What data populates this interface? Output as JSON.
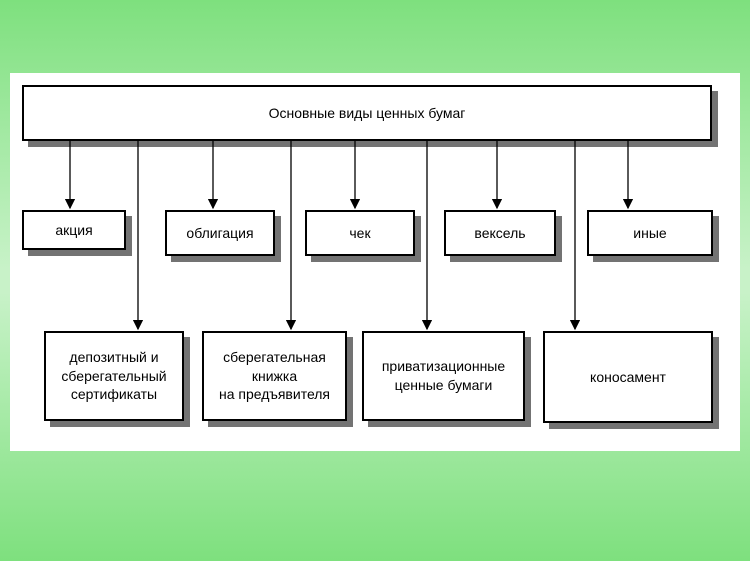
{
  "diagram": {
    "root": "Основные виды ценных бумаг",
    "row1": [
      "акция",
      "облигация",
      "чек",
      "вексель",
      "иные"
    ],
    "row2": [
      [
        "депозитный и",
        "сберегательный",
        "сертификаты"
      ],
      [
        "сберегательная",
        "книжка",
        "на предъявителя"
      ],
      [
        "приватизационные",
        "ценные бумаги"
      ],
      [
        "коносамент"
      ]
    ]
  },
  "colors": {
    "background": "#7ee07e",
    "panel": "#ffffff",
    "stroke": "#000000"
  }
}
